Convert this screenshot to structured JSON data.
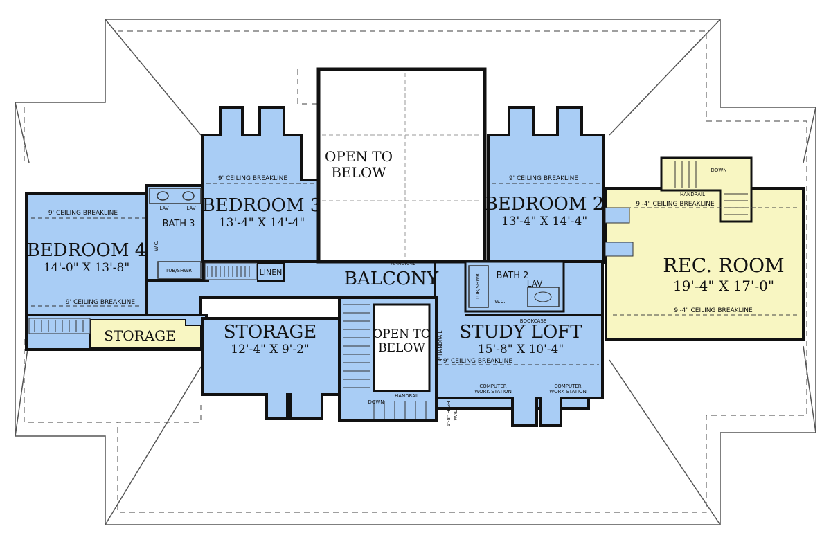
{
  "rooms": {
    "bedroom4": {
      "name": "BEDROOM 4",
      "dims": "14'-0\" X 13'-8\""
    },
    "bedroom3": {
      "name": "BEDROOM 3",
      "dims": "13'-4\" X 14'-4\""
    },
    "bedroom2": {
      "name": "BEDROOM 2",
      "dims": "13'-4\" X 14'-4\""
    },
    "rec_room": {
      "name": "REC. ROOM",
      "dims": "19'-4\" X 17'-0\""
    },
    "storage_left": {
      "name": "STORAGE"
    },
    "storage_mid": {
      "name": "STORAGE",
      "dims": "12'-4\" X 9'-2\""
    },
    "study_loft": {
      "name": "STUDY LOFT",
      "dims": "15'-8\" X 10'-4\""
    },
    "balcony": {
      "name": "BALCONY"
    },
    "bath3": {
      "name": "BATH 3"
    },
    "bath2": {
      "name": "BATH 2"
    },
    "linen": {
      "name": "LINEN"
    }
  },
  "open_to_below_top": [
    "OPEN TO",
    "BELOW"
  ],
  "open_to_below_center": [
    "OPEN TO",
    "BELOW"
  ],
  "notes": {
    "ceiling_9": "9' CEILING BREAKLINE",
    "ceiling_94": "9'-4\" CEILING BREAKLINE",
    "handrail": "HANDRAIL",
    "handrail_4": "4' HANDRAIL",
    "bookcase": "BOOKCASE",
    "lav": "LAV",
    "tub_shwr": "TUB/SHWR",
    "wc": "W.C.",
    "down": "DOWN",
    "high_wall_1": "6'-8\" HIGH",
    "high_wall_2": "WALL",
    "computer_1": "COMPUTER",
    "computer_2": "WORK STATION"
  },
  "colors": {
    "room_blue": "#a9cdf5",
    "rec_yellow": "#f8f6c2",
    "wall": "#111111",
    "outline": "#444444"
  }
}
